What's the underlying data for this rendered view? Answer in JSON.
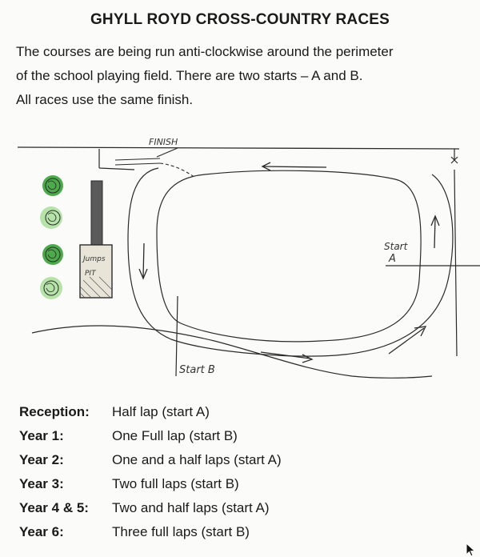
{
  "title": "GHYLL ROYD CROSS-COUNTRY RACES",
  "intro": [
    "The courses are being run anti-clockwise around the perimeter",
    "of the school playing field.  There are two starts – A and B.",
    "All races use the same finish."
  ],
  "map": {
    "finish_label": "FINISH",
    "start_a_label": "Start",
    "start_a_letter": "A",
    "start_b_label": "Start B",
    "jumps_pit_label_1": "Jumps",
    "jumps_pit_label_2": "PIT",
    "colors": {
      "tree": "#4caa4a",
      "tree_light": "#b5e3a8",
      "ink": "#2a2a2a"
    }
  },
  "races": [
    {
      "label": "Reception:",
      "desc": "Half lap (start A)"
    },
    {
      "label": "Year 1:",
      "desc": "One Full lap (start B)"
    },
    {
      "label": "Year 2:",
      "desc": "One and a half laps (start A)"
    },
    {
      "label": "Year 3:",
      "desc": "Two full laps (start B)"
    },
    {
      "label": "Year 4 & 5:",
      "desc": "Two and half laps (start A)"
    },
    {
      "label": "Year 6:",
      "desc": "Three full laps (start B)"
    }
  ]
}
